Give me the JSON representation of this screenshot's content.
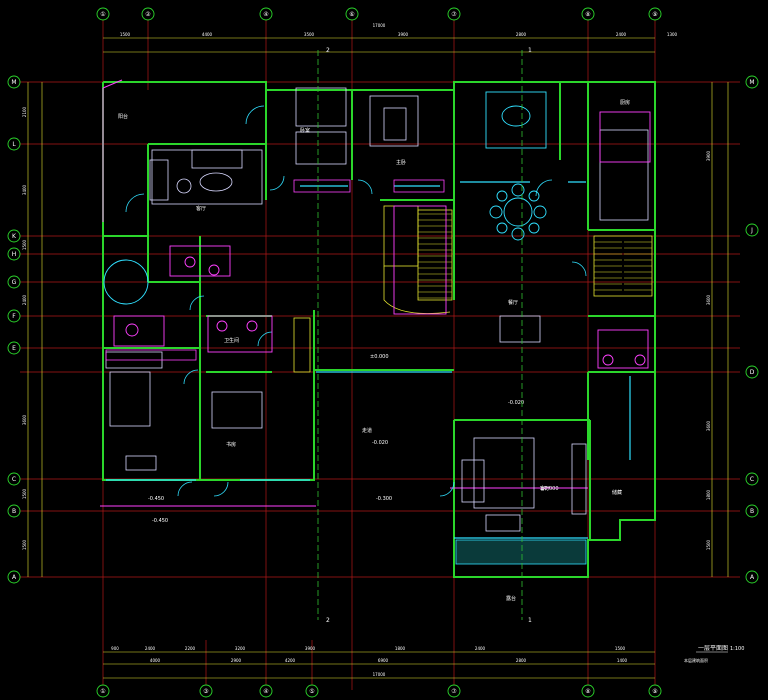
{
  "colors": {
    "background": "#000000",
    "wall": "#2bd62b",
    "axis_line": "#e02020",
    "section_line": "#30c030",
    "dim_line": "#e6e630",
    "label_text": "#ffffff",
    "furniture": "#d8d8ff",
    "cyan": "#30e0ff",
    "magenta": "#ff40ff",
    "yellow": "#ffff30",
    "teal_fill": "#0a3a3a",
    "stair": "#e6e630"
  },
  "top_axes": [
    "①",
    "②",
    "④",
    "⑥",
    "⑦",
    "⑧",
    "⑨"
  ],
  "bottom_axes": [
    "①",
    "③",
    "④",
    "⑤",
    "⑦",
    "⑧",
    "⑨"
  ],
  "left_axes": [
    "M",
    "L",
    "K",
    "H",
    "G",
    "F",
    "E",
    "C",
    "B",
    "A"
  ],
  "right_axes": [
    "M",
    "J",
    "D",
    "C",
    "B",
    "A"
  ],
  "top_dims_row1": [
    "1500",
    "4400",
    "3500",
    "3900",
    "2800",
    "2400",
    "1300"
  ],
  "top_dims_row2": [
    "17000"
  ],
  "bottom_dims_row1": [
    "900",
    "2400",
    "2200",
    "3200",
    "3900",
    "1800",
    "2400",
    "1500"
  ],
  "bottom_dims_row2": [
    "4000",
    "2900",
    "4200",
    "6900",
    "2800",
    "1400"
  ],
  "bottom_total": "17000",
  "left_dims": [
    "2100",
    "3400",
    "1500",
    "2400",
    "3600",
    "1500",
    "1500"
  ],
  "right_dims": [
    "3900",
    "3600",
    "3600",
    "1800",
    "1500"
  ],
  "room_labels": {
    "r1": "客厅",
    "r2": "主卧",
    "r3": "卧室",
    "r4": "餐厅",
    "r5": "厨房",
    "r6": "卫生间",
    "r7": "书房",
    "r8": "客厅",
    "r9": "露台",
    "r10": "走道",
    "r11": "阳台",
    "r12": "储藏"
  },
  "elevations": [
    "±0.000",
    "-0.020",
    "-0.450",
    "-0.300",
    "±0.000",
    "-0.020",
    "-0.450"
  ],
  "section_marks": [
    "2",
    "2",
    "1",
    "1"
  ],
  "title": "一层平面图",
  "scale": "1:100",
  "subtitle": "本层建筑面积"
}
